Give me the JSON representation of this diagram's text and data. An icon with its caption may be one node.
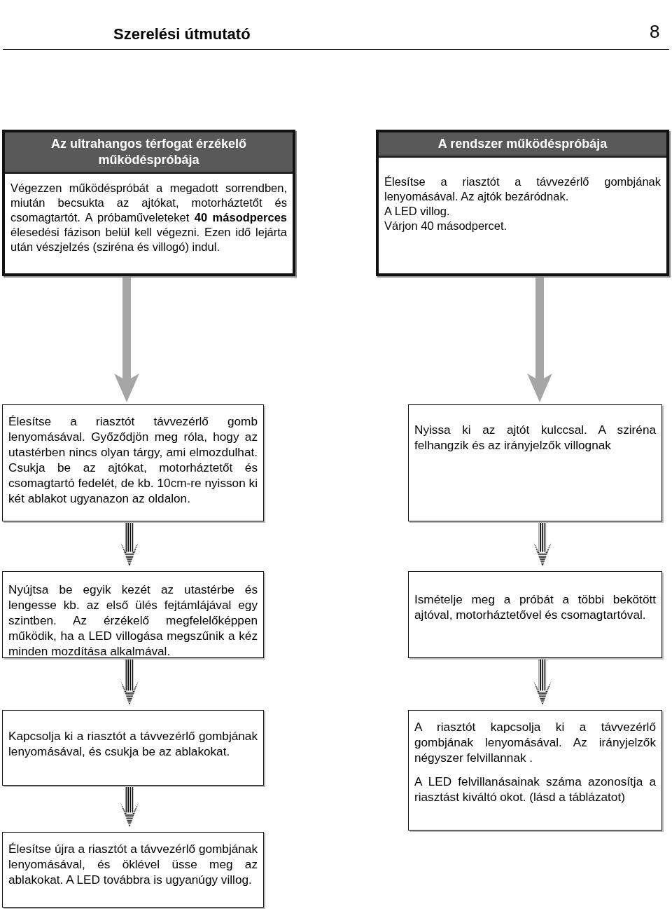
{
  "diagram": {
    "title": "Szerelési útmutató",
    "nodes": [
      {
        "text": [
          "Az ultrahangos térfogat érzékelő működéspróbája",
          "Végezzen működéspróbát a megadott sorrendben, miután becsukta az ajtókat, motorháztetőt és csomagtartót. A próbaműveleteket **40 másodperces** élesedési fázison belül kell végezni. Ezen idő lejárta után vészjelzés (sziréna és villogó) indul."
        ]
      },
      {
        "text": [
          "A rendszer működéspróbája",
          "Élesítse a riasztót a távvezérlő gombjának lenyomásával. Az ajtók bezáródnak.",
          "A LED villog.",
          "Várjon 40 másodpercet."
        ]
      },
      {
        "text": [
          "Élesítse a riasztót távvezérlő gomb lenyomásával. Győződjön meg róla, hogy az utastérben nincs olyan tárgy, ami elmozdulhat. Csukja be az ajtókat, motorháztetőt és csomagtartó fedelét, de kb. 10cm-re nyisson ki két ablakot ugyanazon az oldalon."
        ]
      },
      {
        "text": [
          "Nyissa ki az ajtót kulccsal. A sziréna felhangzik és az irányjelzők villognak"
        ]
      },
      {
        "text": [
          "Nyújtsa be egyik kezét az utastérbe és lengesse kb. az első ülés fejtámlájával egy szintben. Az érzékelő megfelelőképpen működik, ha a LED villogása megszűnik a kéz minden mozdítása alkalmával."
        ]
      },
      {
        "text": [
          "Ismételje meg a próbát a többi bekötött ajtóval, motorháztetővel és csomagtartóval."
        ]
      },
      {
        "text": [
          "Kapcsolja ki a riasztót a távvezérlő gombjának lenyomásával, és csukja be az ablakokat."
        ]
      },
      {
        "text": [
          "A riasztót kapcsolja ki a távvezérlő gombjának lenyomásával. Az irányjelzők négyszer felvillannak .",
          "A LED felvillanásainak száma azonosítja a riasztást kiváltó okot. (lásd a táblázatot)"
        ]
      },
      {
        "text": [
          "Élesítse újra a riasztót a távvezérlő gombjának lenyomásával, és öklével üsse meg az ablakokat. A LED továbbra is ugyanúgy villog."
        ]
      }
    ],
    "edges": [
      {
        "from": 0,
        "to": 2,
        "arrow": "to",
        "color": "#a6a6a6"
      },
      {
        "from": 1,
        "to": 3,
        "arrow": "to",
        "color": "#a6a6a6"
      },
      {
        "from": 2,
        "to": 4,
        "arrow": "to"
      },
      {
        "from": 4,
        "to": 6,
        "arrow": "to"
      },
      {
        "from": 6,
        "to": 8,
        "arrow": "to"
      },
      {
        "from": 3,
        "to": 5,
        "arrow": "to"
      },
      {
        "from": 5,
        "to": 7,
        "arrow": "to"
      }
    ],
    "labels": [
      "8"
    ]
  }
}
